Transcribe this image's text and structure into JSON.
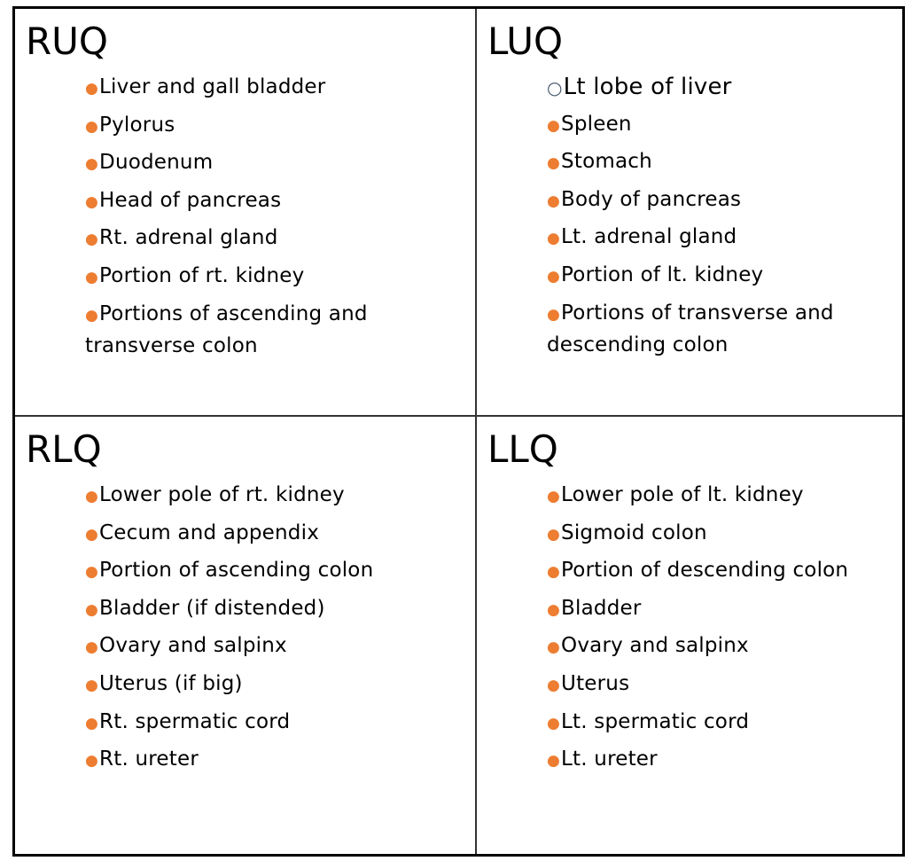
{
  "colors": {
    "bullet": "#ED7D31",
    "sub_bullet": "#44546A"
  },
  "quadrants": [
    {
      "title": "RUQ",
      "items": [
        {
          "text": "Liver and gall bladder"
        },
        {
          "text": "Pylorus"
        },
        {
          "text": "Duodenum"
        },
        {
          "text": "Head of pancreas"
        },
        {
          "text": "Rt. adrenal gland"
        },
        {
          "text": "Portion of rt. kidney"
        },
        {
          "text": "Portions of ascending and transverse colon"
        }
      ]
    },
    {
      "title": "LUQ",
      "items": [
        {
          "text": "Lt lobe of liver",
          "style": "hollow"
        },
        {
          "text": "Spleen"
        },
        {
          "text": "Stomach"
        },
        {
          "text": "Body of pancreas"
        },
        {
          "text": "Lt. adrenal gland"
        },
        {
          "text": "Portion of lt. kidney"
        },
        {
          "text": "Portions of transverse and descending colon"
        }
      ]
    },
    {
      "title": "RLQ",
      "items": [
        {
          "text": "Lower pole of rt. kidney"
        },
        {
          "text": "Cecum and appendix"
        },
        {
          "text": "Portion of ascending colon"
        },
        {
          "text": "Bladder (if distended)"
        },
        {
          "text": "Ovary and salpinx"
        },
        {
          "text": "Uterus (if big)"
        },
        {
          "text": "Rt. spermatic cord"
        },
        {
          "text": "Rt. ureter"
        }
      ]
    },
    {
      "title": "LLQ",
      "items": [
        {
          "text": "Lower pole of lt. kidney"
        },
        {
          "text": "Sigmoid colon"
        },
        {
          "text": "Portion of descending colon"
        },
        {
          "text": "Bladder"
        },
        {
          "text": "Ovary and salpinx"
        },
        {
          "text": "Uterus"
        },
        {
          "text": "Lt. spermatic cord"
        },
        {
          "text": "Lt. ureter"
        }
      ]
    }
  ]
}
